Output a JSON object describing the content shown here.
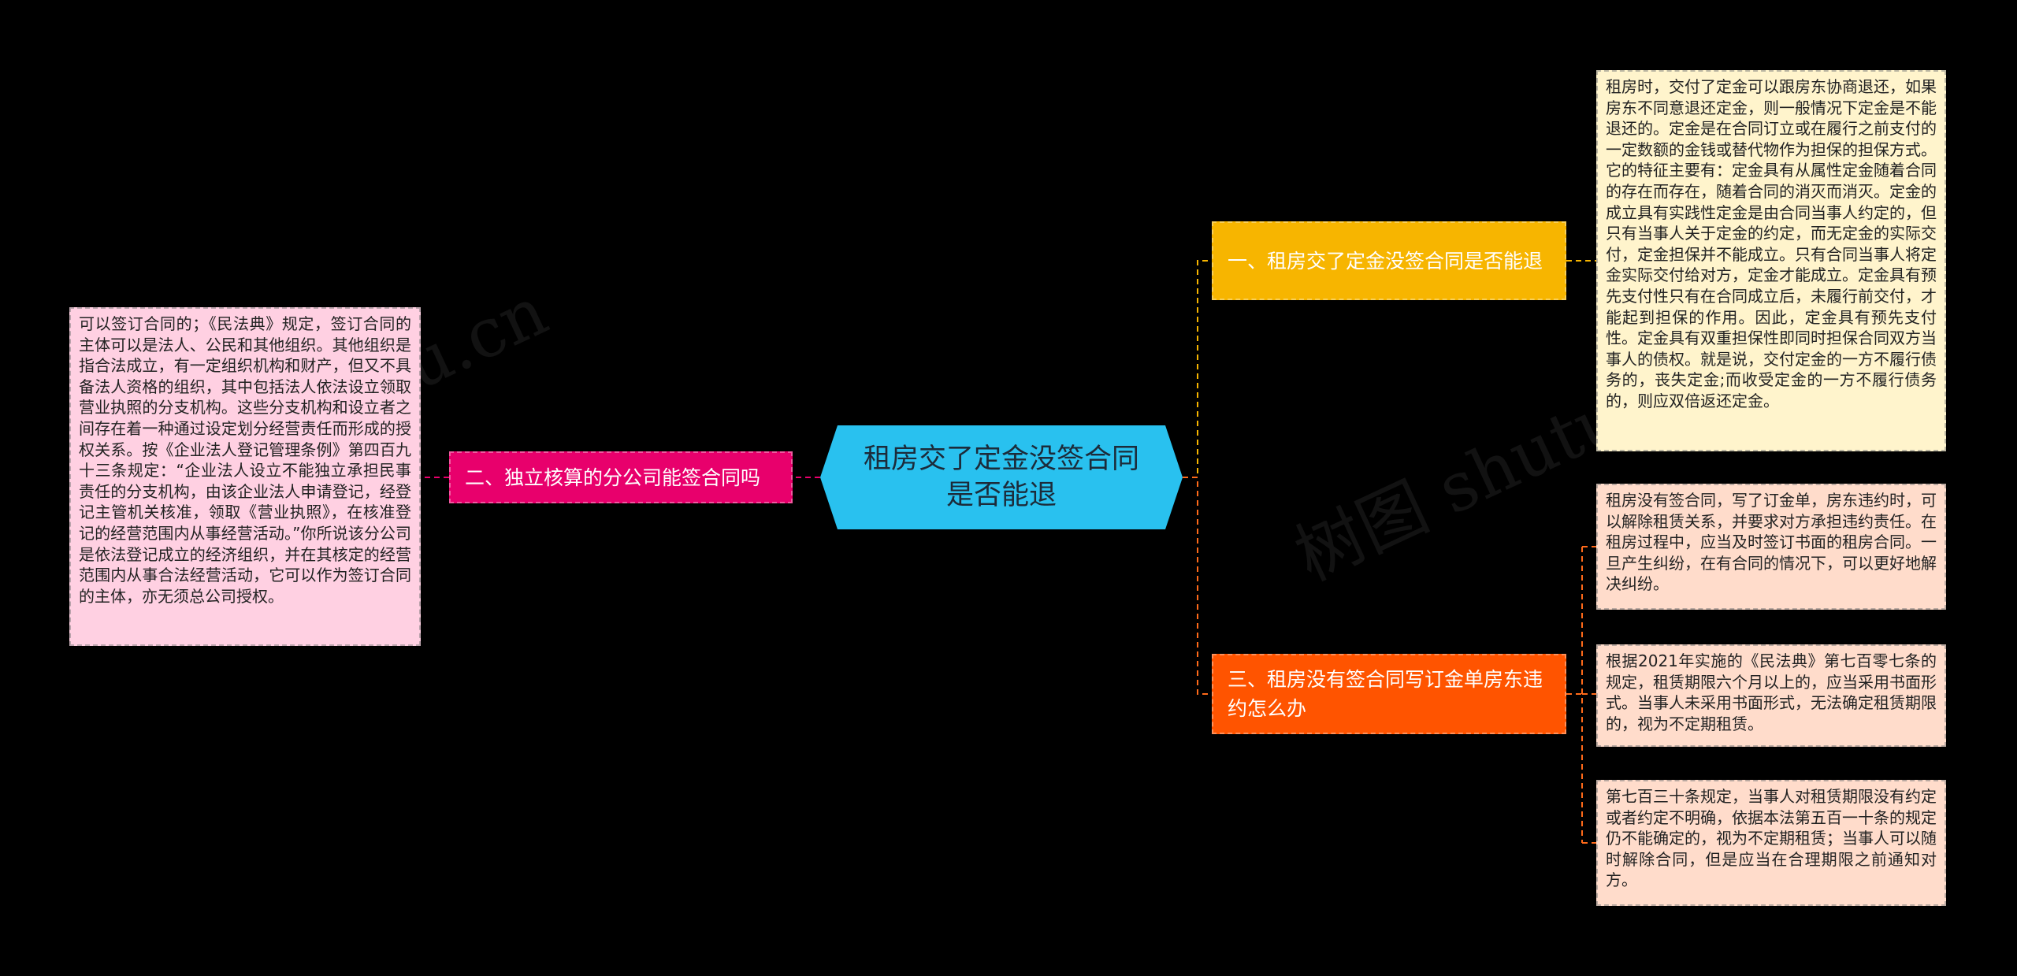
{
  "center": {
    "title": "租房交了定金没签合同是否能退"
  },
  "branches": [
    {
      "label": "一、租房交了定金没签合同是否能退"
    },
    {
      "label": "二、独立核算的分公司能签合同吗"
    },
    {
      "label": "三、租房没有签合同写订金单房东违约怎么办"
    }
  ],
  "leaves": [
    {
      "text": "租房时，交付了定金可以跟房东协商退还，如果房东不同意退还定金，则一般情况下定金是不能退还的。定金是在合同订立或在履行之前支付的一定数额的金钱或替代物作为担保的担保方式。它的特征主要有：定金具有从属性定金随着合同的存在而存在，随着合同的消灭而消灭。定金的成立具有实践性定金是由合同当事人约定的，但只有当事人关于定金的约定，而无定金的实际交付，定金担保并不能成立。只有合同当事人将定金实际交付给对方，定金才能成立。定金具有预先支付性只有在合同成立后，未履行前交付，才能起到担保的作用。因此，定金具有预先支付性。定金具有双重担保性即同时担保合同双方当事人的债权。就是说，交付定金的一方不履行债务的，丧失定金;而收受定金的一方不履行债务的，则应双倍返还定金。"
    },
    {
      "text": "可以签订合同的；《民法典》规定，签订合同的主体可以是法人、公民和其他组织。其他组织是指合法成立，有一定组织机构和财产，但又不具备法人资格的组织，其中包括法人依法设立领取营业执照的分支机构。这些分支机构和设立者之间存在着一种通过设定划分经营责任而形成的授权关系。按《企业法人登记管理条例》第四百九十三条规定：“企业法人设立不能独立承担民事责任的分支机构，由该企业法人申请登记，经登记主管机关核准，领取《营业执照》，在核准登记的经营范围内从事经营活动。”你所说该分公司是依法登记成立的经济组织，并在其核定的经营范围内从事合法经营活动，它可以作为签订合同的主体，亦无须总公司授权。"
    },
    {
      "text": "租房没有签合同，写了订金单，房东违约时，可以解除租赁关系，并要求对方承担违约责任。在租房过程中，应当及时签订书面的租房合同。一旦产生纠纷，在有合同的情况下，可以更好地解决纠纷。"
    },
    {
      "text": "根据2021年实施的《民法典》第七百零七条的规定，租赁期限六个月以上的，应当采用书面形式。当事人未采用书面形式，无法确定租赁期限的，视为不定期租赁。"
    },
    {
      "text": "第七百三十条规定，当事人对租赁期限没有约定或者约定不明确，依据本法第五百一十条的规定仍不能确定的，视为不定期租赁；当事人可以随时解除合同，但是应当在合理期限之前通知对方。"
    }
  ],
  "watermarks": [
    "shutu.cn",
    "树图 shutu.cn"
  ],
  "colors": {
    "center": "#29c1ef",
    "branch1": "#f7b500",
    "branch2": "#e8006c",
    "branch3": "#ff5400",
    "leaf1": "#fff4cc",
    "leaf2": "#ffd0e2",
    "leaf3": "#ffdccb"
  }
}
